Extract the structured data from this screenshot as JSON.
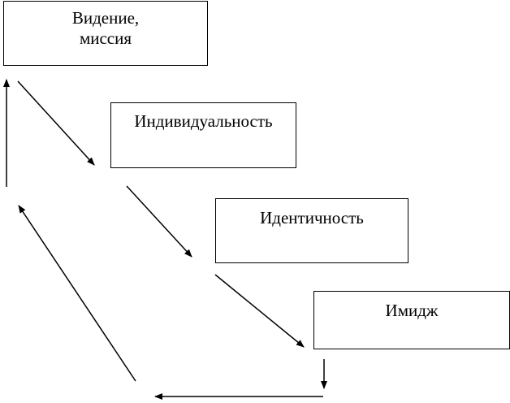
{
  "nodes": {
    "vision": {
      "line1": "Видение,",
      "line2": "миссия"
    },
    "individuality": {
      "label": "Индивидуальность"
    },
    "identity": {
      "label": "Идентичность"
    },
    "image": {
      "label": "Имидж"
    }
  },
  "colors": {
    "stroke": "#000000",
    "background": "#ffffff"
  }
}
